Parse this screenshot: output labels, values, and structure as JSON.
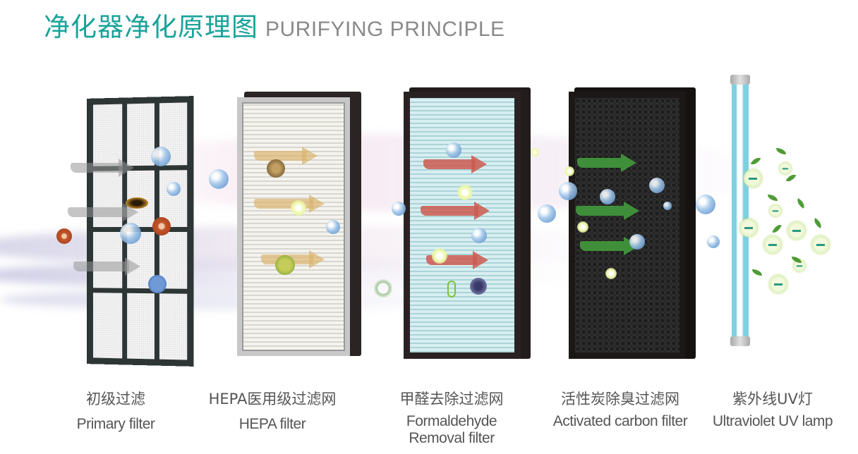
{
  "header": {
    "title_cn": "净化器净化原理图",
    "title_en": "PURIFYING PRINCIPLE",
    "title_cn_color": "#1aa39a",
    "title_en_color": "#8a8a8a"
  },
  "stages": [
    {
      "name_cn": "初级过滤",
      "name_en": "Primary filter",
      "visual": "black grid frame with white mesh",
      "arrow_color": "gray"
    },
    {
      "name_cn": "HEPA医用级过滤网",
      "name_en": "HEPA filter",
      "visual": "white pleated filter with silver frame",
      "arrow_color": "gold"
    },
    {
      "name_cn": "甲醛去除过滤网",
      "name_en_line1": "Formaldehyde",
      "name_en_line2": "Removal filter",
      "visual": "light blue pleated filter with black frame",
      "arrow_color": "red"
    },
    {
      "name_cn": "活性炭除臭过滤网",
      "name_en": "Activated carbon filter",
      "visual": "black honeycomb carbon filter",
      "arrow_color": "green"
    },
    {
      "name_cn": "紫外线UV灯",
      "name_en": "Ultraviolet UV lamp",
      "visual": "blue UV tube with negative ions and leaves"
    }
  ],
  "icons": {
    "ion_symbol": "−"
  }
}
